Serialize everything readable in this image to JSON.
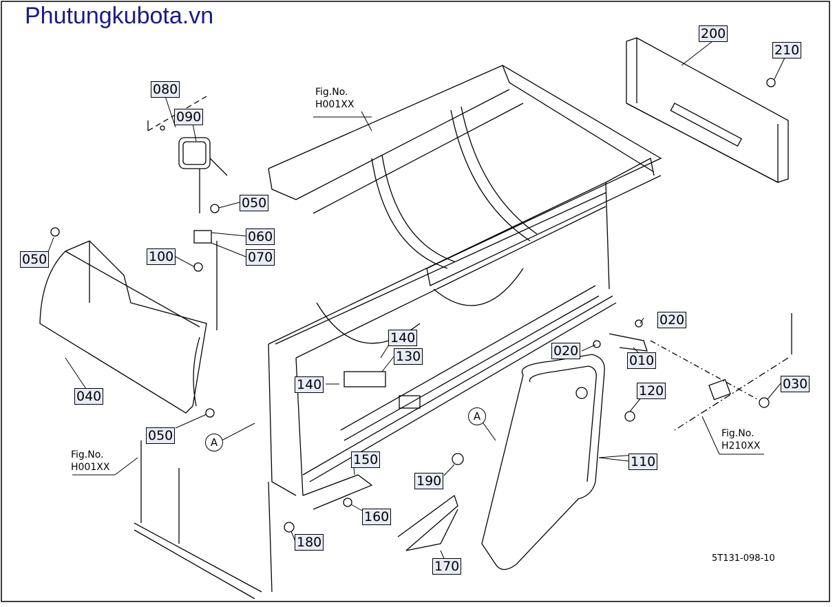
{
  "watermark": "Phutungkubota.vn",
  "drawing_number": "5T131-098-10",
  "parts": [
    {
      "id": "p010",
      "label": "010"
    },
    {
      "id": "p020a",
      "label": "020"
    },
    {
      "id": "p020b",
      "label": "020"
    },
    {
      "id": "p030",
      "label": "030"
    },
    {
      "id": "p040",
      "label": "040"
    },
    {
      "id": "p050a",
      "label": "050"
    },
    {
      "id": "p050b",
      "label": "050"
    },
    {
      "id": "p050c",
      "label": "050"
    },
    {
      "id": "p060",
      "label": "060"
    },
    {
      "id": "p070",
      "label": "070"
    },
    {
      "id": "p080",
      "label": "080"
    },
    {
      "id": "p090",
      "label": "090"
    },
    {
      "id": "p100",
      "label": "100"
    },
    {
      "id": "p110",
      "label": "110"
    },
    {
      "id": "p120",
      "label": "120"
    },
    {
      "id": "p130",
      "label": "130"
    },
    {
      "id": "p140a",
      "label": "140"
    },
    {
      "id": "p140b",
      "label": "140"
    },
    {
      "id": "p150",
      "label": "150"
    },
    {
      "id": "p160",
      "label": "160"
    },
    {
      "id": "p170",
      "label": "170"
    },
    {
      "id": "p180",
      "label": "180"
    },
    {
      "id": "p190",
      "label": "190"
    },
    {
      "id": "p200",
      "label": "200"
    },
    {
      "id": "p210",
      "label": "210"
    }
  ],
  "figure_refs": {
    "top": {
      "line1": "Fig.No.",
      "line2": "H001XX"
    },
    "left": {
      "line1": "Fig.No.",
      "line2": "H001XX"
    },
    "right": {
      "line1": "Fig.No.",
      "line2": "H210XX"
    }
  },
  "detail_markers": {
    "a1": "A",
    "a2": "A"
  }
}
